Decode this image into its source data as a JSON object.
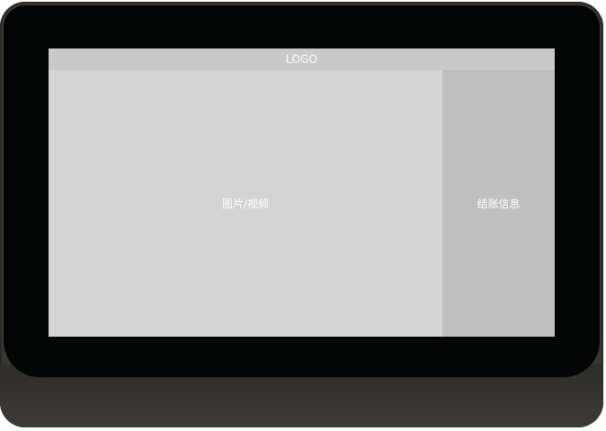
{
  "screen": {
    "header_logo": "LOGO",
    "media_label": "图片/视频",
    "checkout_label": "结账信息"
  },
  "colors": {
    "device_body": "#3a3833",
    "bezel": "#030404",
    "header_bar": "#c9c9c9",
    "media_area": "#d4d4d4",
    "checkout_panel": "#bfbfbf",
    "label_text": "#ffffff"
  }
}
